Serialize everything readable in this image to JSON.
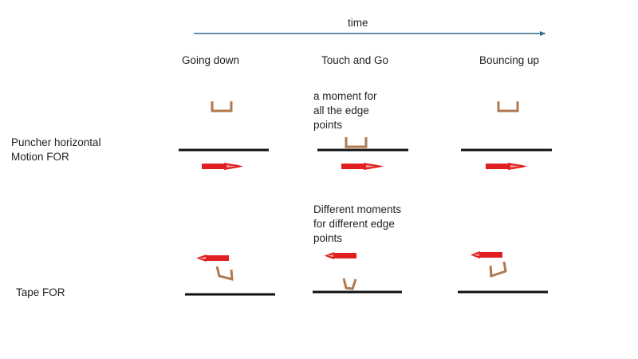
{
  "time_axis": {
    "label": "time",
    "color": "#2e6e8e"
  },
  "columns": [
    {
      "title": "Going down"
    },
    {
      "title": "Touch and Go"
    },
    {
      "title": "Bouncing up"
    }
  ],
  "rows": [
    {
      "label": "Puncher horizontal\nMotion FOR"
    },
    {
      "label": "Tape FOR"
    }
  ],
  "notes": {
    "puncher_frame": "a moment for\nall the edge\npoints",
    "tape_frame": "Different moments\nfor different edge\npoints"
  },
  "colors": {
    "surface": "#111111",
    "puncher": "#b07a50",
    "arrow": "#e02020"
  },
  "icons": {
    "puncher": "u-shaped-puncher",
    "motion": "red-arrow",
    "tape": "black-line"
  }
}
